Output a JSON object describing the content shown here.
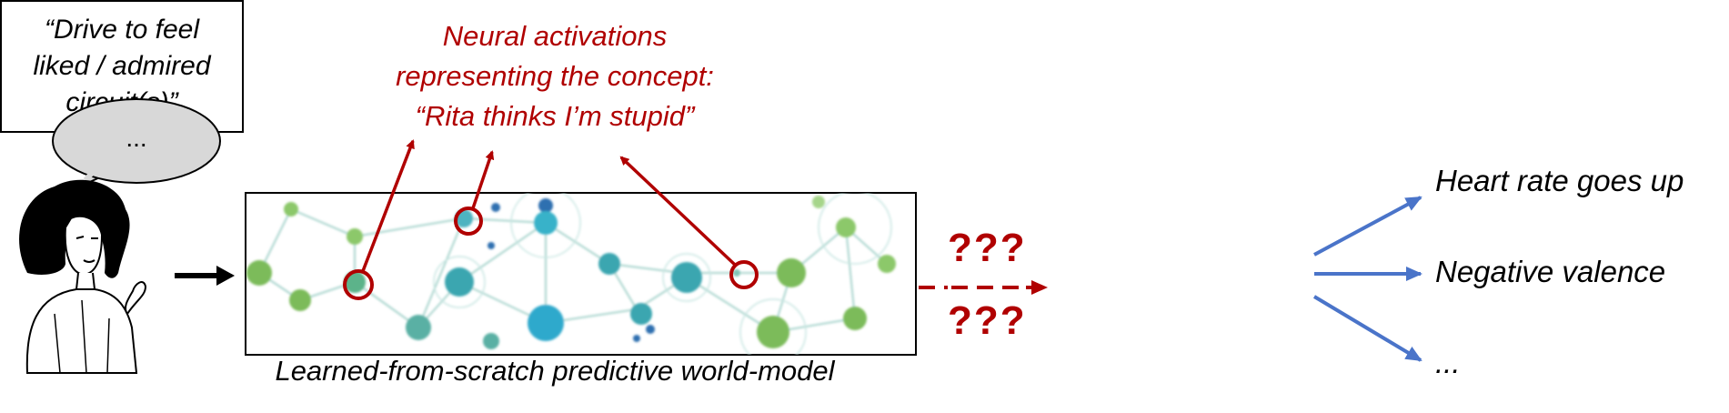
{
  "speaker": {
    "bubble_text": "..."
  },
  "concept": {
    "lines": [
      "Neural activations",
      "representing the concept:",
      "“Rita thinks I’m stupid”"
    ]
  },
  "world_model": {
    "caption": "Learned-from-scratch predictive world-model"
  },
  "unknown_mapping": {
    "top": "???",
    "bottom": "???"
  },
  "drive_box": {
    "lines": [
      "“Drive to feel",
      "liked / admired",
      "circuit(s)”"
    ]
  },
  "outputs": [
    "Heart rate goes up",
    "Negative valence",
    "..."
  ],
  "colors": {
    "highlight": "#b00000",
    "output_arrow": "#4a74c9",
    "node_teal": "#3aa6b0",
    "node_green": "#7cbb5a"
  }
}
